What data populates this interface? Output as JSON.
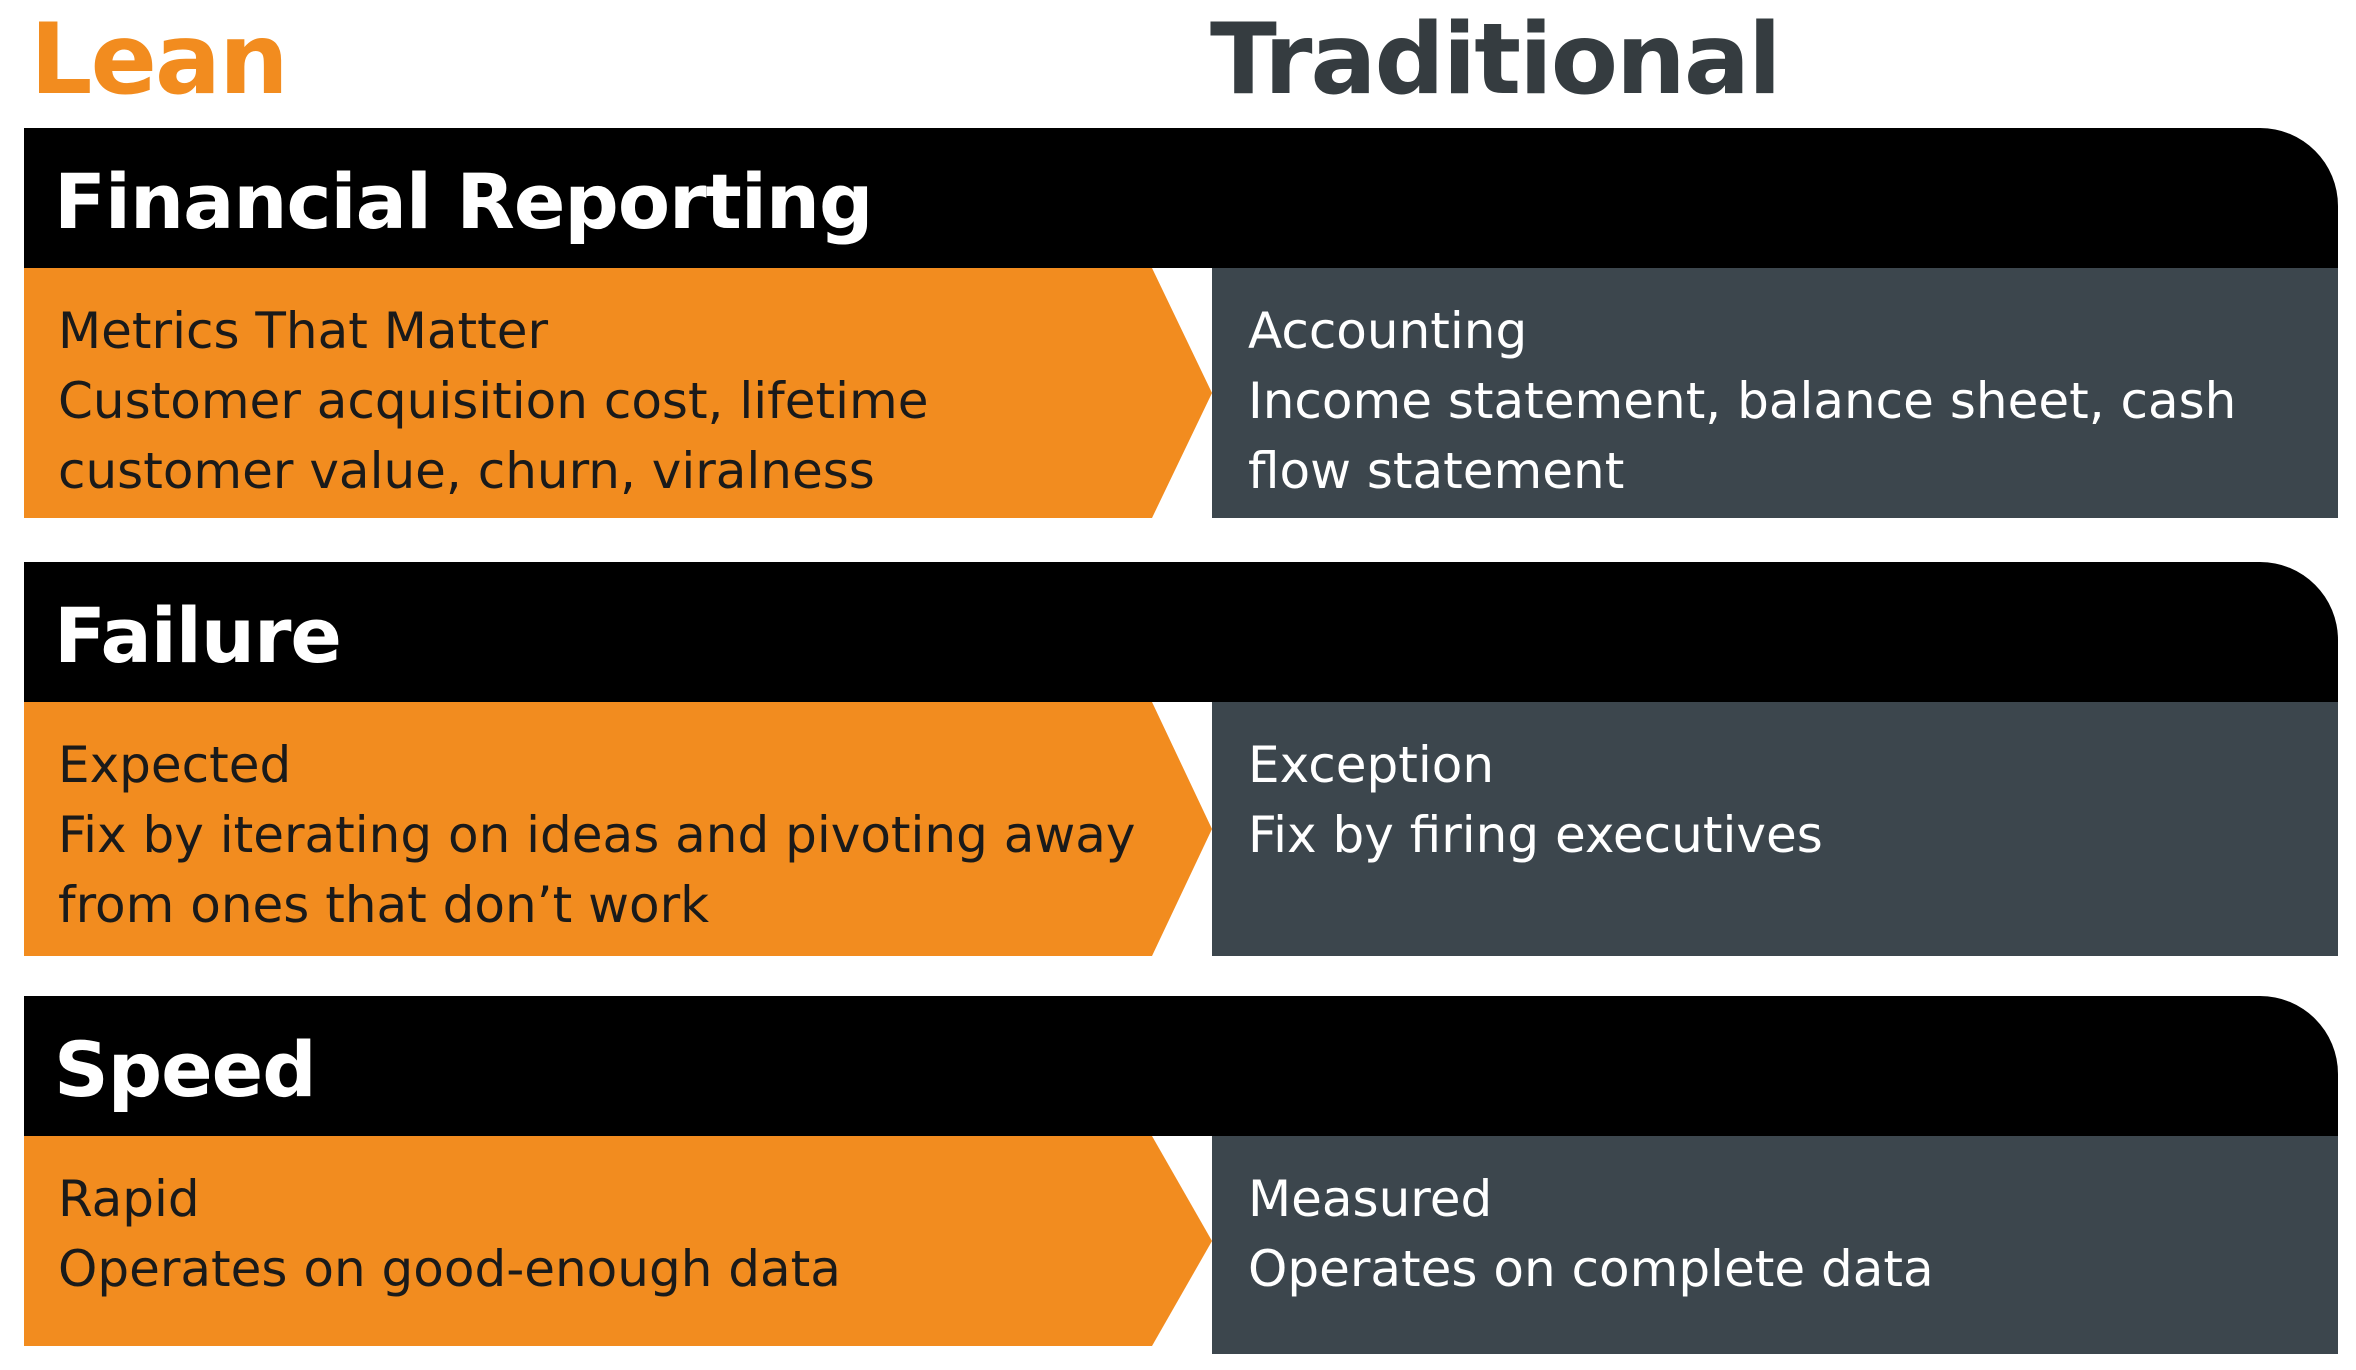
{
  "colors": {
    "lean_accent": "#F28C1F",
    "traditional_header": "#353C40",
    "bar_background": "#000000",
    "lean_panel": "#F28C1F",
    "traditional_panel": "#3C464D",
    "lean_text": "#1A1A1A",
    "traditional_text": "#FFFFFF"
  },
  "headers": {
    "lean": "Lean",
    "traditional": "Traditional"
  },
  "sections": [
    {
      "title": "Financial Reporting",
      "lean": {
        "lines": [
          "Metrics That Matter",
          "Customer acquisition cost, lifetime",
          "customer value, churn, viralness"
        ]
      },
      "traditional": {
        "lines": [
          "Accounting",
          "Income statement, balance sheet, cash",
          "flow statement"
        ]
      }
    },
    {
      "title": "Failure",
      "lean": {
        "lines": [
          "Expected",
          "Fix by iterating on ideas and pivoting away",
          "from ones that don’t work"
        ]
      },
      "traditional": {
        "lines": [
          "Exception",
          "Fix by firing executives"
        ]
      }
    },
    {
      "title": "Speed",
      "lean": {
        "lines": [
          "Rapid",
          "Operates on good-enough data"
        ]
      },
      "traditional": {
        "lines": [
          "Measured",
          "Operates on complete data"
        ]
      }
    }
  ]
}
